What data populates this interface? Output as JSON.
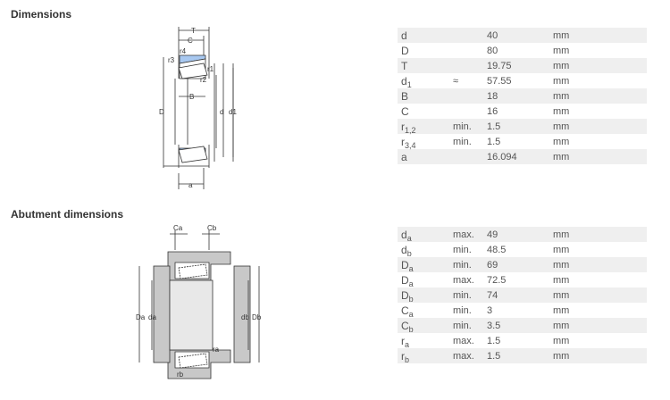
{
  "sections": {
    "dimensions_title": "Dimensions",
    "abutment_title": "Abutment dimensions"
  },
  "dimensions": [
    {
      "base": "d",
      "sub": "",
      "qualifier": "",
      "value": "40",
      "unit": "mm"
    },
    {
      "base": "D",
      "sub": "",
      "qualifier": "",
      "value": "80",
      "unit": "mm"
    },
    {
      "base": "T",
      "sub": "",
      "qualifier": "",
      "value": "19.75",
      "unit": "mm"
    },
    {
      "base": "d",
      "sub": "1",
      "qualifier": "≈",
      "value": "57.55",
      "unit": "mm"
    },
    {
      "base": "B",
      "sub": "",
      "qualifier": "",
      "value": "18",
      "unit": "mm"
    },
    {
      "base": "C",
      "sub": "",
      "qualifier": "",
      "value": "16",
      "unit": "mm"
    },
    {
      "base": "r",
      "sub": "1,2",
      "qualifier": "min.",
      "value": "1.5",
      "unit": "mm"
    },
    {
      "base": "r",
      "sub": "3,4",
      "qualifier": "min.",
      "value": "1.5",
      "unit": "mm"
    },
    {
      "base": "a",
      "sub": "",
      "qualifier": "",
      "value": "16.094",
      "unit": "mm"
    }
  ],
  "abutment": [
    {
      "base": "d",
      "sub": "a",
      "qualifier": "max.",
      "value": "49",
      "unit": "mm"
    },
    {
      "base": "d",
      "sub": "b",
      "qualifier": "min.",
      "value": "48.5",
      "unit": "mm"
    },
    {
      "base": "D",
      "sub": "a",
      "qualifier": "min.",
      "value": "69",
      "unit": "mm"
    },
    {
      "base": "D",
      "sub": "a",
      "qualifier": "max.",
      "value": "72.5",
      "unit": "mm"
    },
    {
      "base": "D",
      "sub": "b",
      "qualifier": "min.",
      "value": "74",
      "unit": "mm"
    },
    {
      "base": "C",
      "sub": "a",
      "qualifier": "min.",
      "value": "3",
      "unit": "mm"
    },
    {
      "base": "C",
      "sub": "b",
      "qualifier": "min.",
      "value": "3.5",
      "unit": "mm"
    },
    {
      "base": "r",
      "sub": "a",
      "qualifier": "max.",
      "value": "1.5",
      "unit": "mm"
    },
    {
      "base": "r",
      "sub": "b",
      "qualifier": "max.",
      "value": "1.5",
      "unit": "mm"
    }
  ],
  "drawing1_labels": {
    "T": "T",
    "C": "C",
    "r3": "r3",
    "r4": "r4",
    "r1": "r1",
    "r2": "r2",
    "B": "B",
    "D": "D",
    "d": "d",
    "d1": "d1",
    "a": "a"
  },
  "drawing2_labels": {
    "Ca": "Ca",
    "Cb": "Cb",
    "Da": "Da",
    "da": "da",
    "db": "db",
    "Db": "Db",
    "ra": "ra",
    "rb": "rb"
  },
  "colors": {
    "stripe": "#efefef",
    "seal_blue": "#a8c8f0",
    "abutment_grey": "#c8c8c8"
  }
}
